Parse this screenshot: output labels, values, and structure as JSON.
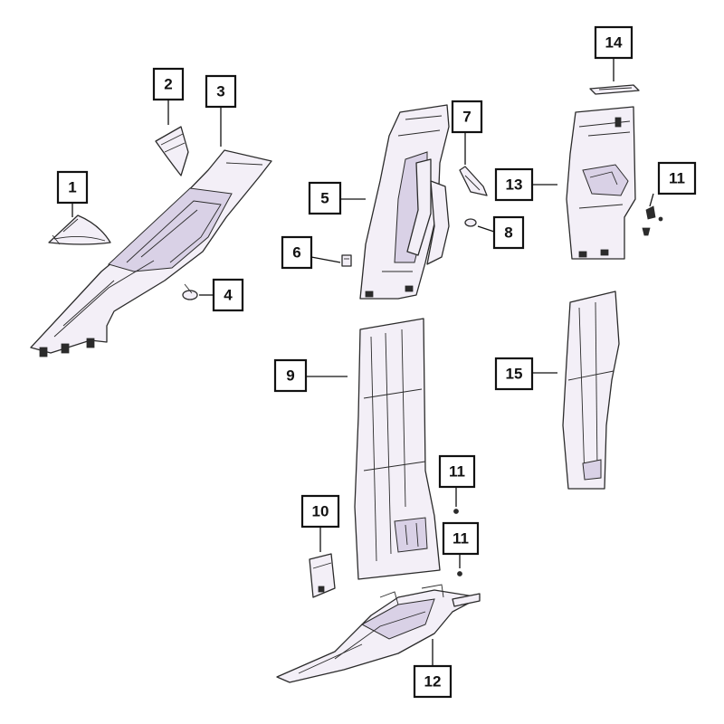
{
  "callouts": [
    {
      "id": "c1",
      "label": "1"
    },
    {
      "id": "c2",
      "label": "2"
    },
    {
      "id": "c3",
      "label": "3"
    },
    {
      "id": "c4",
      "label": "4"
    },
    {
      "id": "c5",
      "label": "5"
    },
    {
      "id": "c6",
      "label": "6"
    },
    {
      "id": "c7",
      "label": "7"
    },
    {
      "id": "c8",
      "label": "8"
    },
    {
      "id": "c9",
      "label": "9"
    },
    {
      "id": "c10",
      "label": "10"
    },
    {
      "id": "c11a",
      "label": "11"
    },
    {
      "id": "c11b",
      "label": "11"
    },
    {
      "id": "c11c",
      "label": "11"
    },
    {
      "id": "c12",
      "label": "12"
    },
    {
      "id": "c13",
      "label": "13"
    },
    {
      "id": "c14",
      "label": "14"
    },
    {
      "id": "c15",
      "label": "15"
    }
  ],
  "colors": {
    "part_fill": "#f3eff7",
    "part_shade": "#d9d1e6",
    "line": "#2b2b2b"
  }
}
